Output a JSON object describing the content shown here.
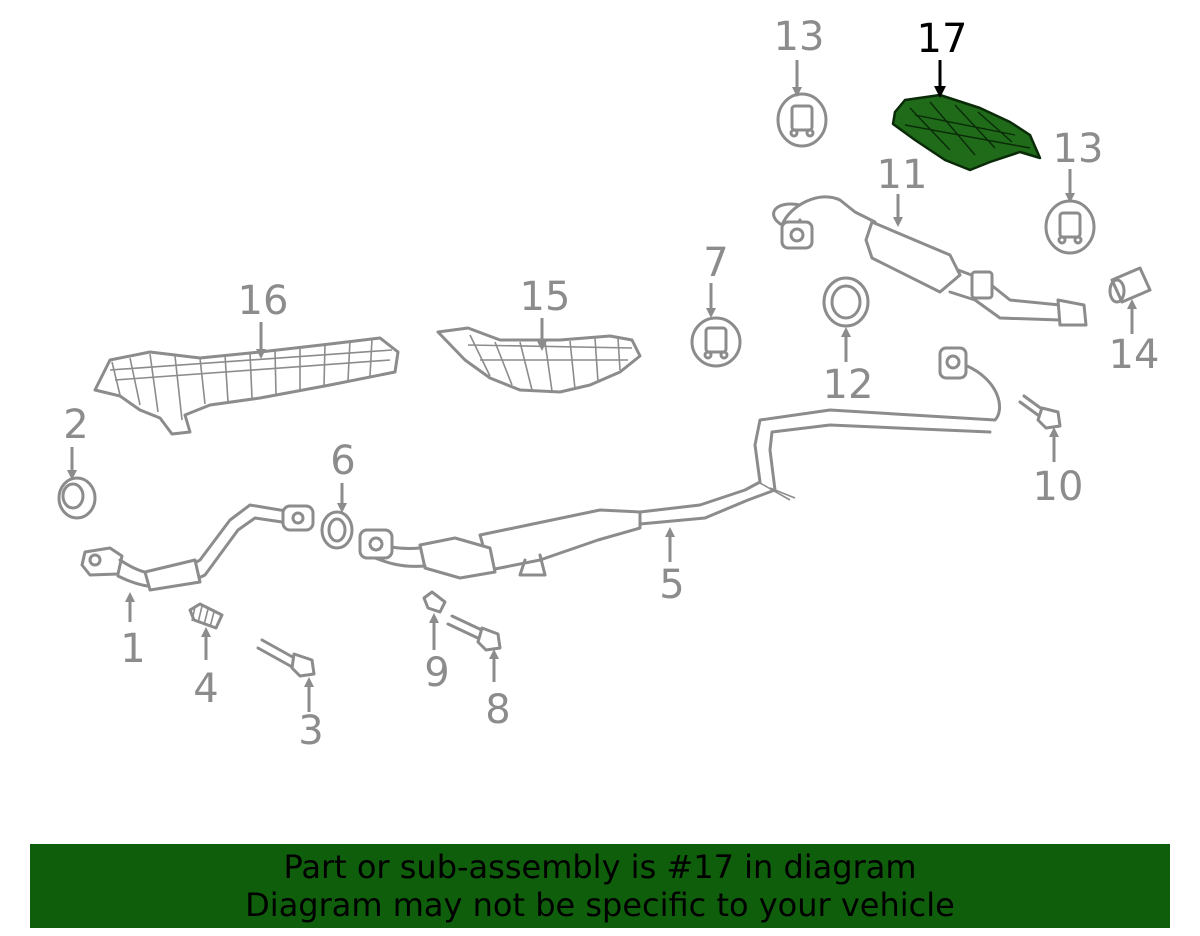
{
  "labels": {
    "p1": "1",
    "p2": "2",
    "p3": "3",
    "p4": "4",
    "p5": "5",
    "p6": "6",
    "p7": "7",
    "p8": "8",
    "p9": "9",
    "p10": "10",
    "p11": "11",
    "p12": "12",
    "p13a": "13",
    "p13b": "13",
    "p14": "14",
    "p15": "15",
    "p16": "16",
    "p17": "17"
  },
  "highlight_part": "17",
  "colors": {
    "part_line": "#8c8c8c",
    "highlight_fill": "#1f6b1a",
    "banner_bg": "#0f5e0b",
    "highlight_label": "#000000"
  },
  "banner": {
    "line1": "Part or sub-assembly is #17 in diagram",
    "line2": "Diagram may not be specific to your vehicle"
  }
}
